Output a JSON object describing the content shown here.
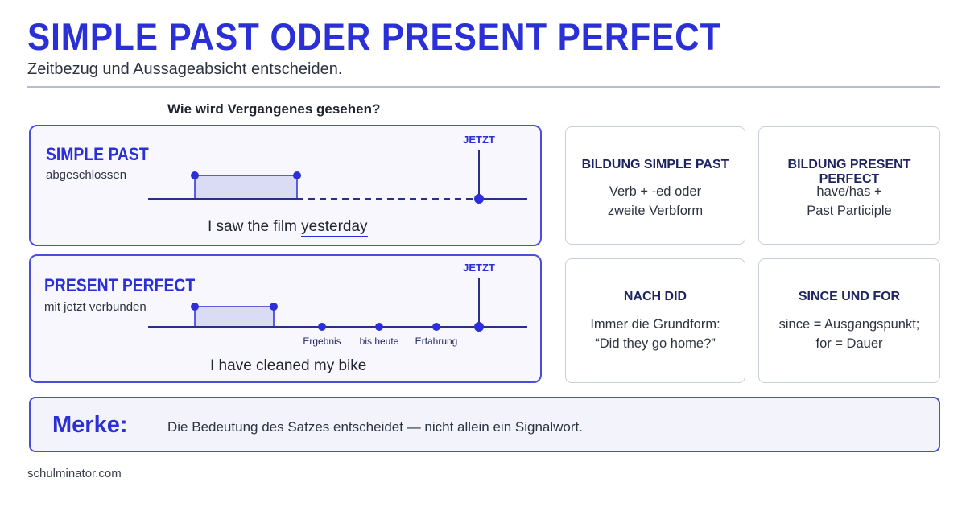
{
  "header": {
    "title": "SIMPLE PAST ODER PRESENT PERFECT",
    "subtitle": "Zeitbezug und Aussageabsicht entscheiden."
  },
  "section_heading": "Wie wird Vergangenes gesehen?",
  "simple_past": {
    "name": "SIMPLE PAST",
    "description": "abgeschlossen",
    "now_label": "JETZT",
    "example_prefix": "I saw the film ",
    "example_signal": "yesterday"
  },
  "present_perfect": {
    "name": "PRESENT PERFECT",
    "description": "mit jetzt verbunden",
    "now_label": "JETZT",
    "markers": [
      "Ergebnis",
      "bis heute",
      "Erfahrung"
    ],
    "example": "I have cleaned my bike"
  },
  "cards": [
    {
      "heading": "BILDUNG SIMPLE PAST",
      "lines": [
        "Verb + -ed oder",
        "zweite Verbform"
      ]
    },
    {
      "heading": "BILDUNG PRESENT PERFECT",
      "lines": [
        "have/has +",
        "Past Participle"
      ]
    },
    {
      "heading": "NACH DID",
      "lines": [
        "Immer die Grundform:",
        "“Did they go home?”"
      ]
    },
    {
      "heading": "SINCE UND FOR",
      "lines": [
        "since = Ausgangspunkt;",
        "for = Dauer"
      ]
    }
  ],
  "merke": {
    "label": "Merke:",
    "text": "Die Bedeutung des Satzes entscheidet — nicht allein ein Signalwort."
  },
  "footer": "schulminator.com",
  "colors": {
    "accent": "#2b2fd6",
    "panel_border": "#4a4fdb",
    "panel_fill": "#f7f7fd",
    "span_fill": "#dadcf6",
    "timeline": "#2a2f8a",
    "card_border": "#c9cedc"
  }
}
